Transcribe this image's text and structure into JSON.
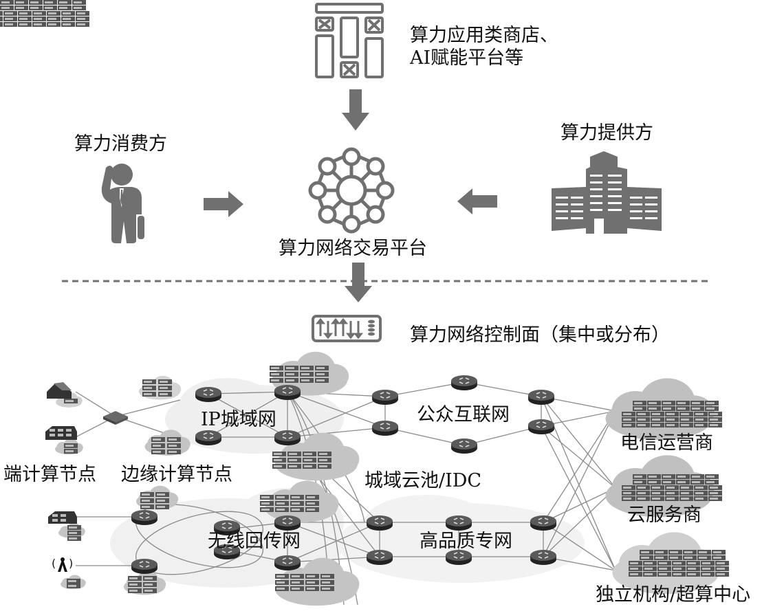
{
  "top": {
    "app_store_label_line1": "算力应用类商店、",
    "app_store_label_line2": "AI赋能平台等",
    "consumer_label": "算力消费方",
    "provider_label": "算力提供方",
    "platform_label": "算力网络交易平台",
    "control_plane_label": "算力网络控制面（集中或分布）"
  },
  "network": {
    "end_nodes_label": "端计算节点",
    "edge_nodes_label": "边缘计算节点",
    "ip_metro_label": "IP城域网",
    "metro_cloud_label": "城域云池/IDC",
    "public_internet_label": "公众互联网",
    "wireless_backhaul_label": "无线回传网",
    "premium_private_label": "高品质专网",
    "telecom_label": "电信运营商",
    "cloud_provider_label": "云服务商",
    "independent_label": "独立机构/超算中心"
  },
  "colors": {
    "icon_gray": "#707070",
    "cloud_gray": "#c4c4c4",
    "cloud_light": "#ececec",
    "router_dark": "#3a3a3a",
    "line_gray": "#8a8a8a"
  }
}
